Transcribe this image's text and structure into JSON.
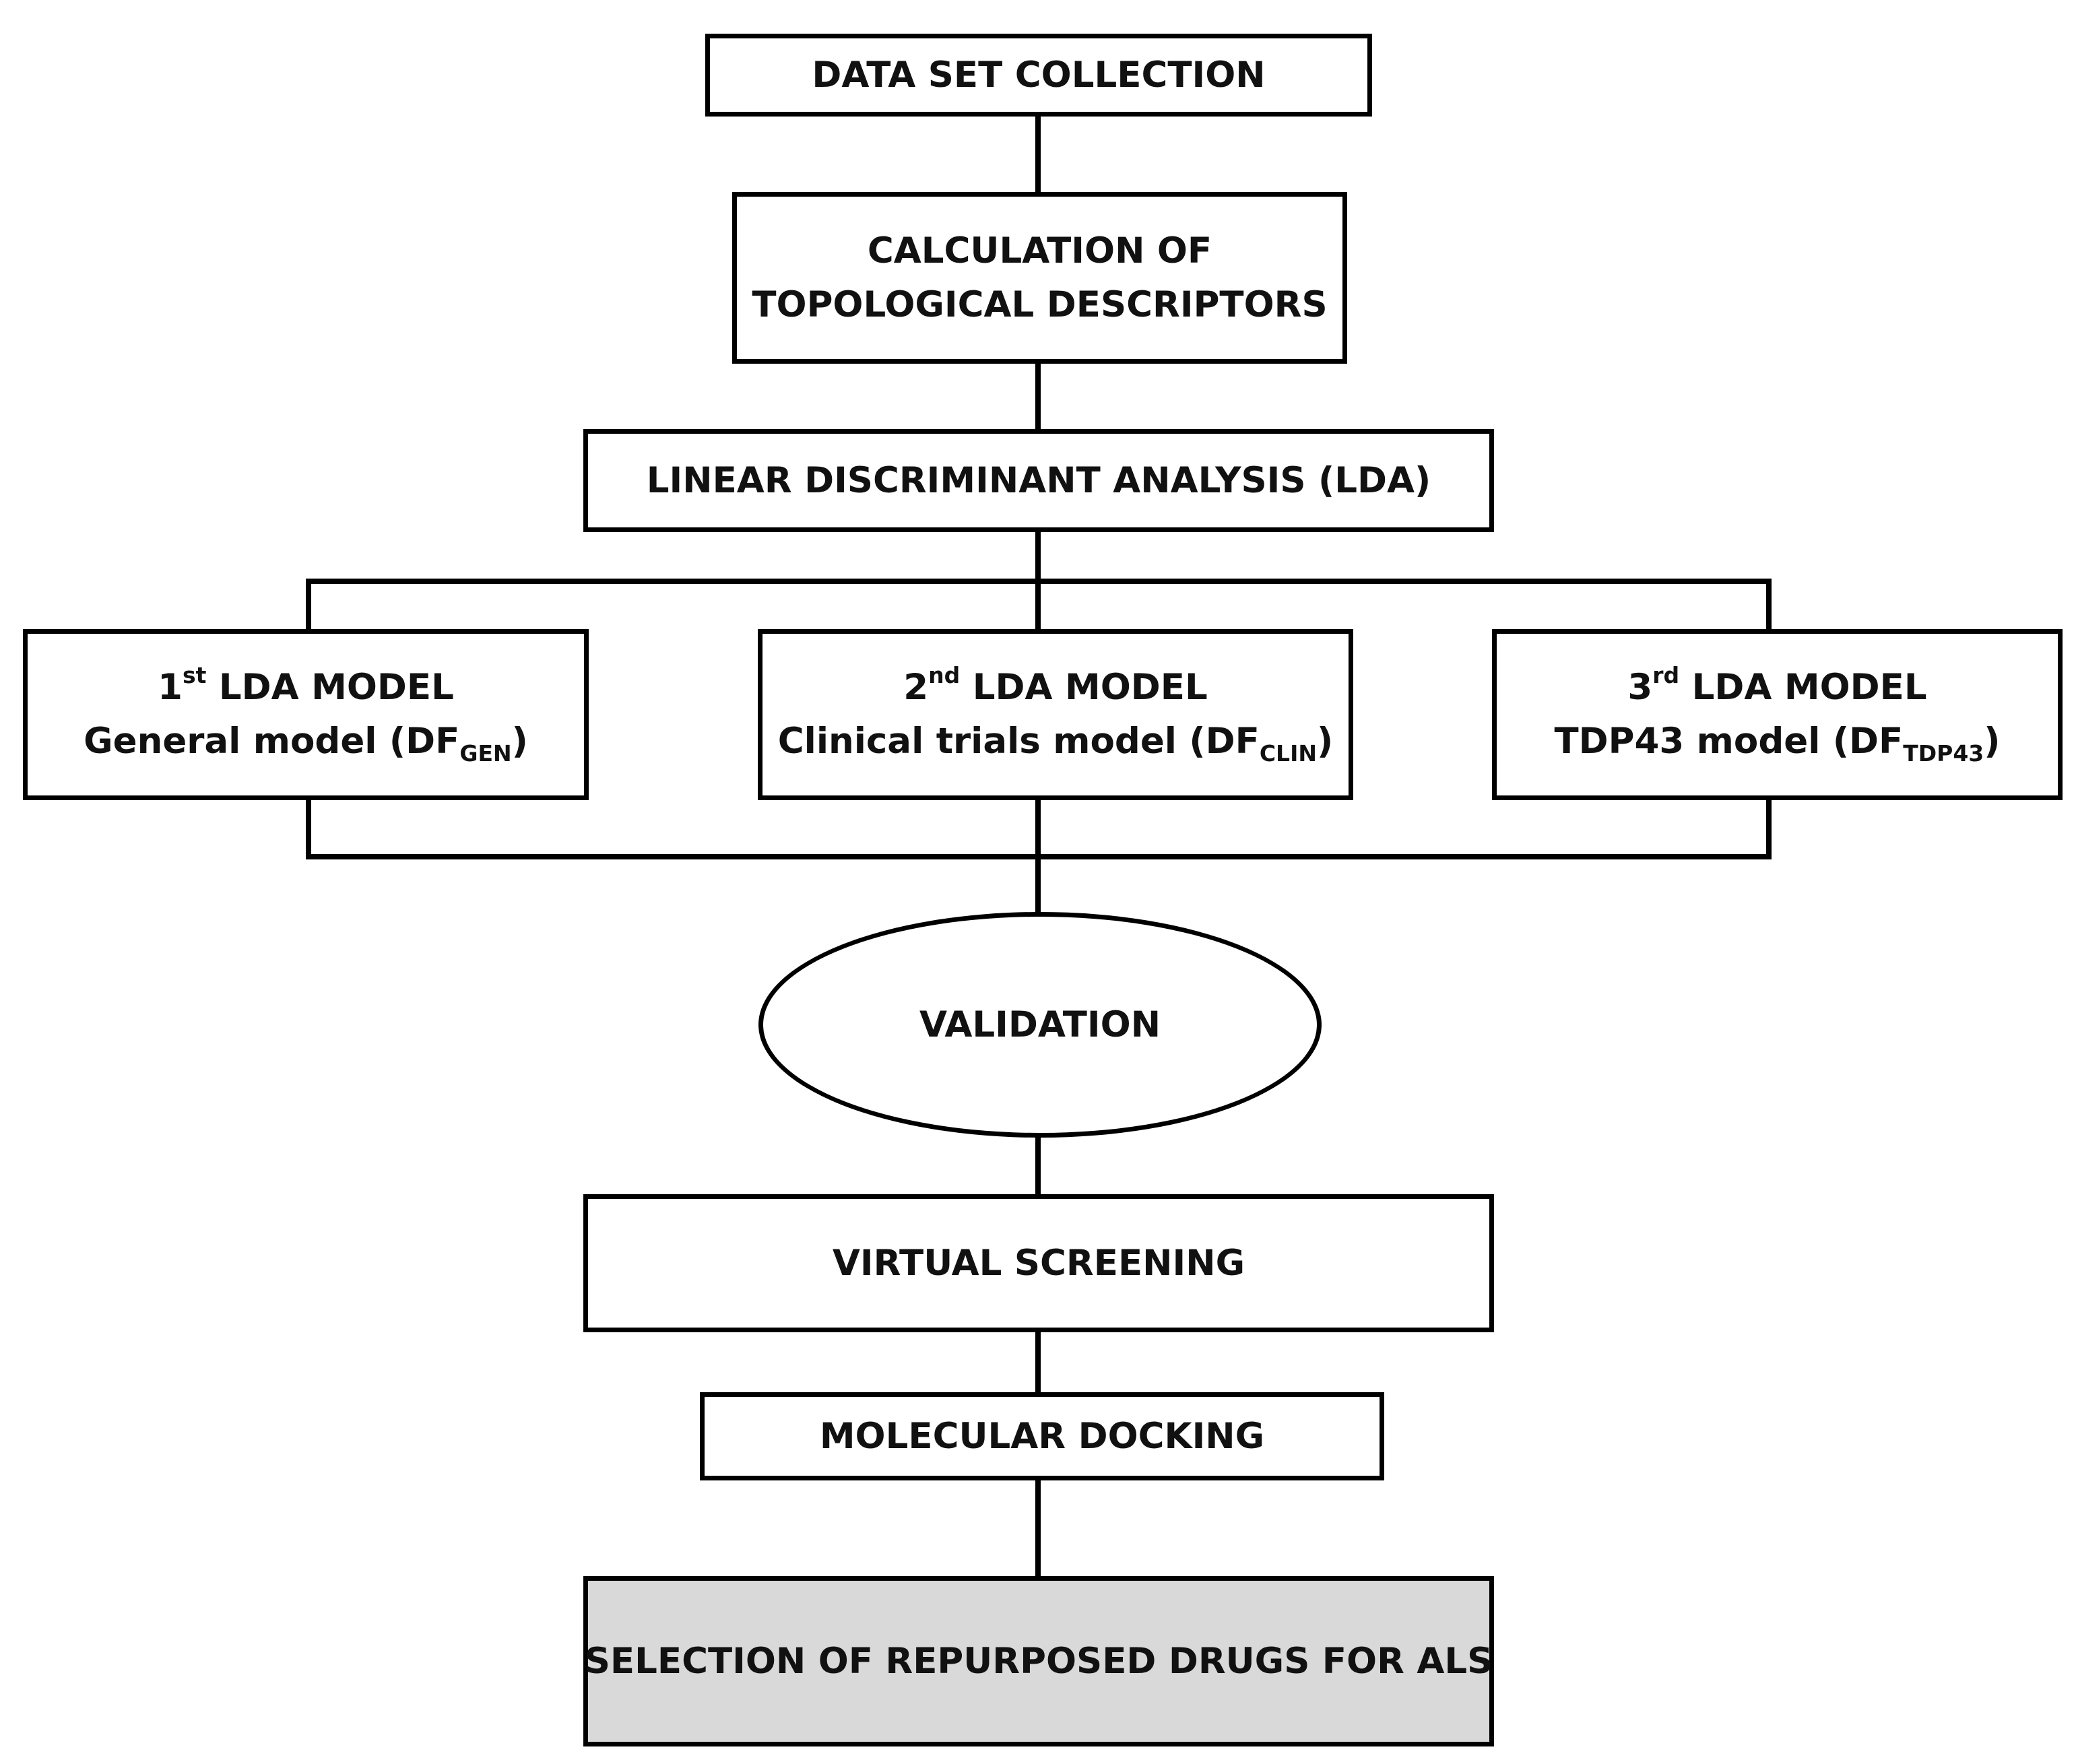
{
  "steps": {
    "data_set": "DATA SET COLLECTION",
    "calculation_line1": "CALCULATION OF",
    "calculation_line2": "TOPOLOGICAL DESCRIPTORS",
    "lda": "LINEAR DISCRIMINANT ANALYSIS (LDA)",
    "validation": "VALIDATION",
    "virtual_screening": "VIRTUAL SCREENING",
    "molecular_docking": "MOLECULAR DOCKING",
    "selection": "SELECTION OF REPURPOSED DRUGS FOR ALS"
  },
  "models": [
    {
      "ordinal": "1",
      "ordinal_suffix": "st",
      "title_rest": " LDA MODEL",
      "desc": "General model (DF",
      "subscript": "GEN",
      "close": ")"
    },
    {
      "ordinal": "2",
      "ordinal_suffix": "nd",
      "title_rest": " LDA MODEL",
      "desc": "Clinical trials model (DF",
      "subscript": "CLIN",
      "close": ")"
    },
    {
      "ordinal": "3",
      "ordinal_suffix": "rd",
      "title_rest": " LDA MODEL",
      "desc": "TDP43 model (DF",
      "subscript": "TDP43",
      "close": ")"
    }
  ],
  "colors": {
    "stroke": "#000000",
    "final_fill": "#d9d9d9"
  }
}
